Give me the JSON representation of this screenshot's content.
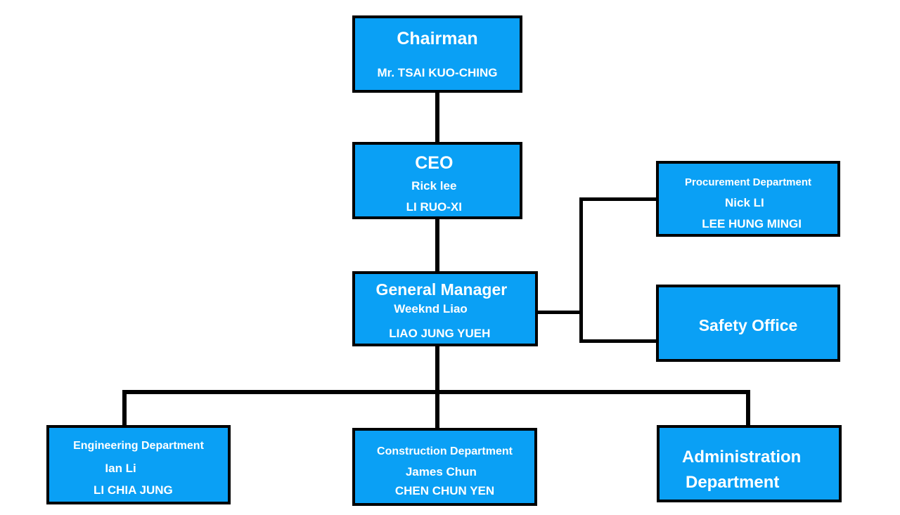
{
  "colors": {
    "box_fill": "#0aa0f5",
    "box_border": "#000000",
    "connector": "#000000",
    "text": "#ffffff",
    "background": "#ffffff"
  },
  "nodes": {
    "chairman": {
      "title": "Chairman",
      "name": "Mr. TSAI KUO-CHING"
    },
    "ceo": {
      "title": "CEO",
      "name_en": "Rick lee",
      "name_native": "LI RUO-XI"
    },
    "general_manager": {
      "title": "General Manager",
      "name_en": "Weeknd Liao",
      "name_native": "LIAO JUNG YUEH"
    },
    "procurement": {
      "title": "Procurement Department",
      "name_en": "Nick LI",
      "name_native": "LEE HUNG MINGI"
    },
    "safety": {
      "title": "Safety Office"
    },
    "engineering": {
      "title": "Engineering Department",
      "name_en": "Ian Li",
      "name_native": "LI CHIA JUNG"
    },
    "construction": {
      "title": "Construction Department",
      "name_en": "James Chun",
      "name_native": "CHEN CHUN YEN"
    },
    "administration": {
      "title_line1": "Administration",
      "title_line2": "Department"
    }
  }
}
